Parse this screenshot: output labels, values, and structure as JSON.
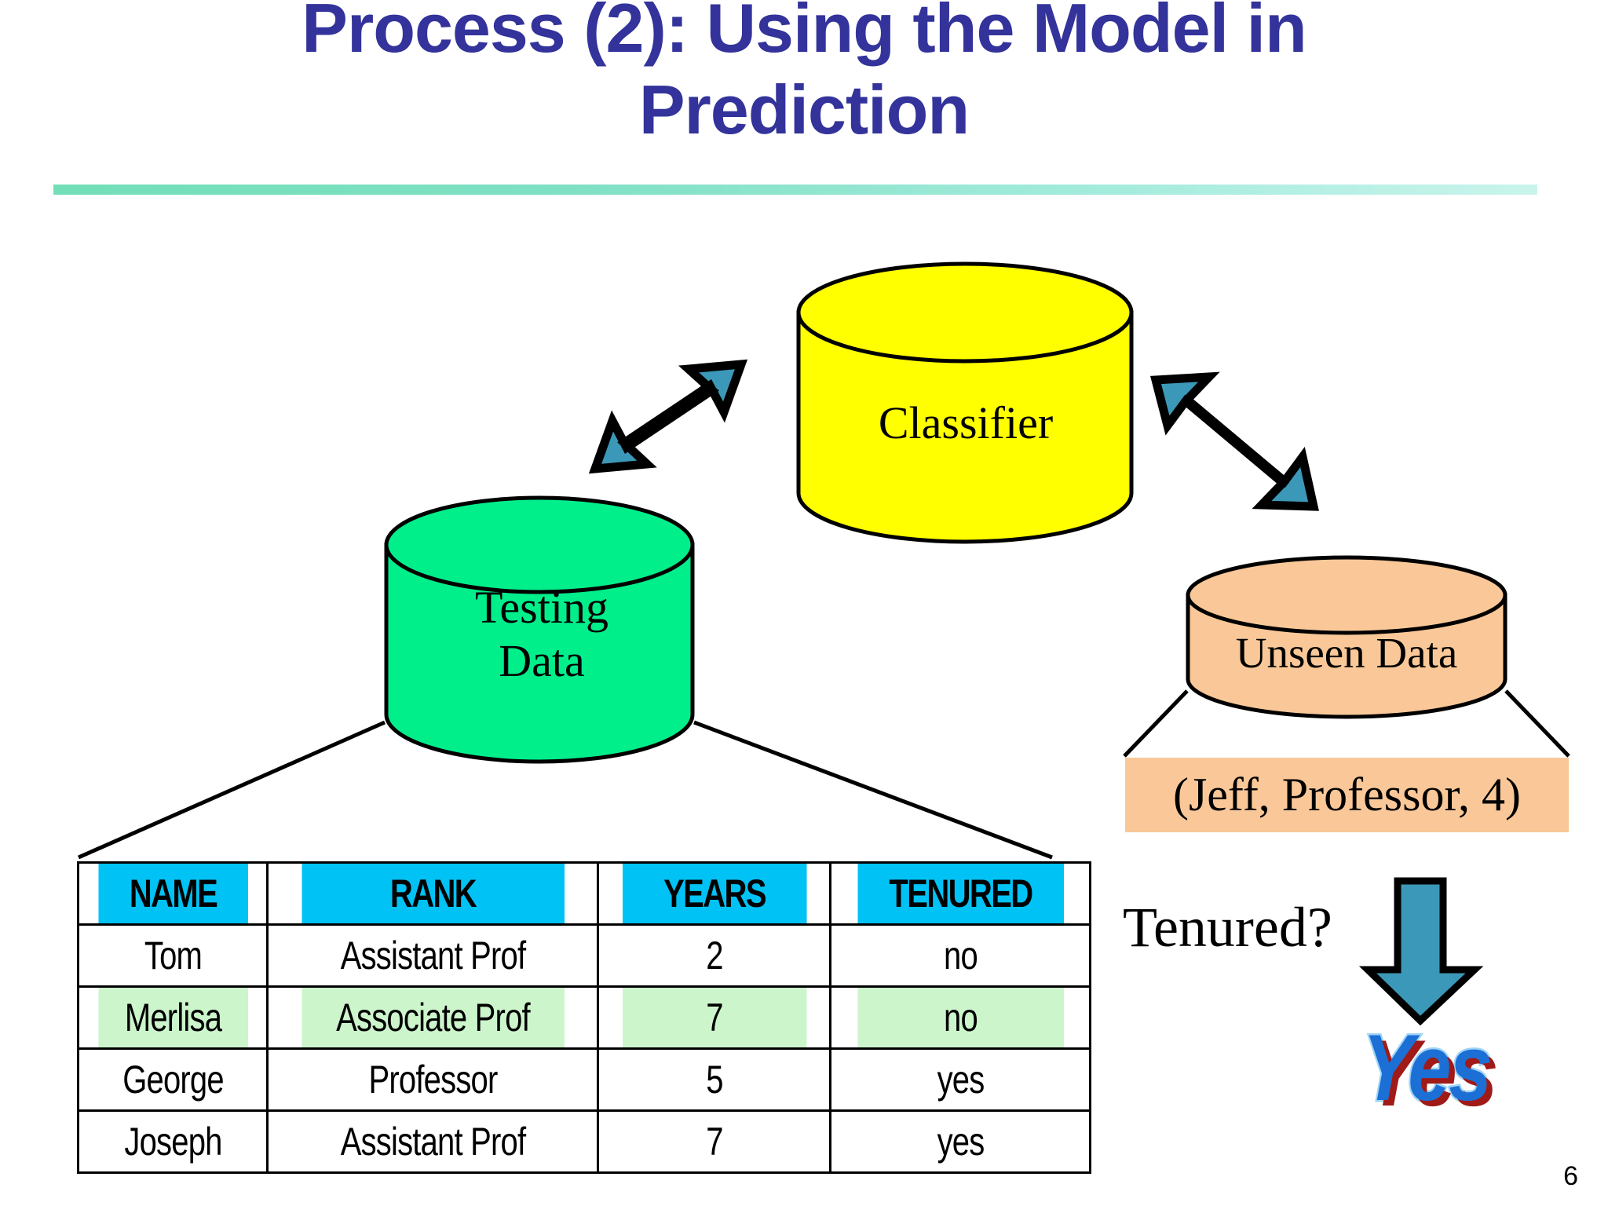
{
  "slide": {
    "title": "Process (2): Using the Model in\nPrediction",
    "title_color": "#33339b",
    "page_number": "6",
    "divider_color": "#72dfb8"
  },
  "nodes": {
    "classifier": {
      "label": "Classifier",
      "fill": "#ffff00"
    },
    "testing_data": {
      "label": "Testing\nData",
      "fill": "#00ef8b"
    },
    "unseen_data": {
      "label": "Unseen Data",
      "fill": "#fac898"
    }
  },
  "unseen_tuple": {
    "text": "(Jeff, Professor, 4)",
    "fill": "#fac898"
  },
  "prediction": {
    "question": "Tenured?",
    "answer": "Yes",
    "answer_fill": "#1c6fd5",
    "answer_outline": "#9fd4f7",
    "answer_shadow": "#a01a18",
    "arrow_color": "#3c98b8"
  },
  "arrows": {
    "left_arrow_color": "#3c98b8",
    "right_arrow_color": "#3c98b8"
  },
  "table": {
    "header_fill": "#00c2f5",
    "highlight_fill": "#ccf5cc",
    "columns": [
      "NAME",
      "RANK",
      "YEARS",
      "TENURED"
    ],
    "rows": [
      {
        "cells": [
          "Tom",
          "Assistant Prof",
          "2",
          "no"
        ],
        "highlight": false
      },
      {
        "cells": [
          "Merlisa",
          "Associate Prof",
          "7",
          "no"
        ],
        "highlight": true
      },
      {
        "cells": [
          "George",
          "Professor",
          "5",
          "yes"
        ],
        "highlight": false
      },
      {
        "cells": [
          "Joseph",
          "Assistant Prof",
          "7",
          "yes"
        ],
        "highlight": false
      }
    ]
  }
}
